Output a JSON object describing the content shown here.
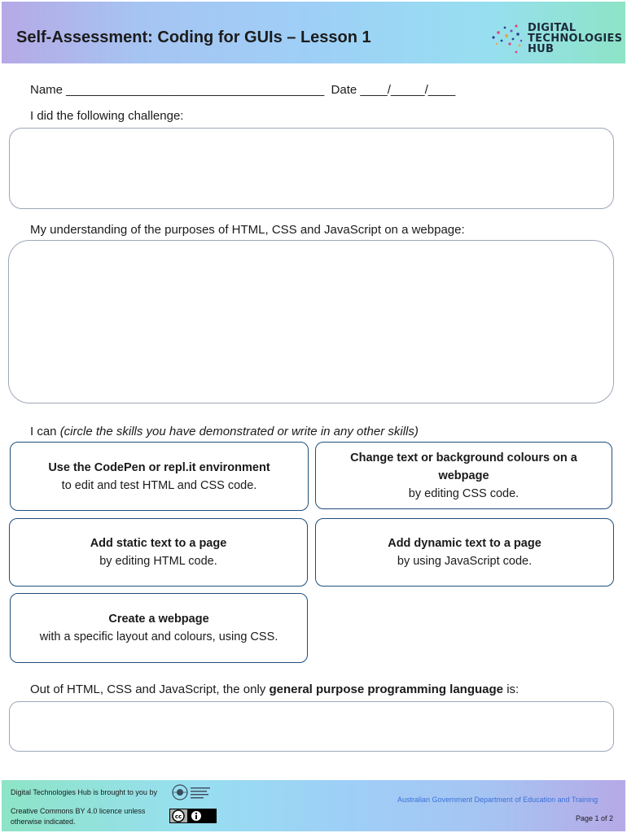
{
  "header": {
    "title": "Self-Assessment: Coding for GUIs – Lesson 1",
    "logo_lines": [
      "DIGITAL",
      "TECHNOLOGIES",
      "HUB"
    ]
  },
  "form": {
    "name_line": "Name ______________________________________  Date ____/_____/____",
    "challenge_label": "I did the following challenge:",
    "understanding_label": "My understanding of the purposes of HTML, CSS and JavaScript on a webpage:",
    "ican_prefix": "I can ",
    "ican_italic": "(circle the skills you have demonstrated or write in any other skills)",
    "final_prefix": "Out of HTML, CSS and JavaScript, the only ",
    "final_bold": "general purpose programming language",
    "final_suffix": " is:"
  },
  "skills": [
    {
      "title": "Use the CodePen or repl.it environment",
      "desc": "to edit and test HTML and CSS code."
    },
    {
      "title": "Change text or background colours on a webpage",
      "desc": "by editing CSS code."
    },
    {
      "title": "Add static text to a page",
      "desc": "by editing HTML code."
    },
    {
      "title": "Add dynamic text to a page",
      "desc": "by using JavaScript code."
    },
    {
      "title": "Create a webpage",
      "desc": "with a specific layout and colours, using CSS."
    }
  ],
  "footer": {
    "brought_by": "Digital Technologies Hub is brought to you by",
    "licence_link": "Creative Commons BY 4.0 licence",
    "licence_tail": " unless",
    "licence_line2": "otherwise indicated.",
    "department": "Australian Government Department of Education and Training",
    "page": "Page 1 of 2"
  },
  "colors": {
    "skill_border": "#1f4f7a",
    "box_border": "#9ea7b8",
    "link": "#3a6fd8"
  },
  "icons": [
    "digital-technologies-hub-logo",
    "government-crest-logo",
    "creative-commons-by-badge"
  ]
}
